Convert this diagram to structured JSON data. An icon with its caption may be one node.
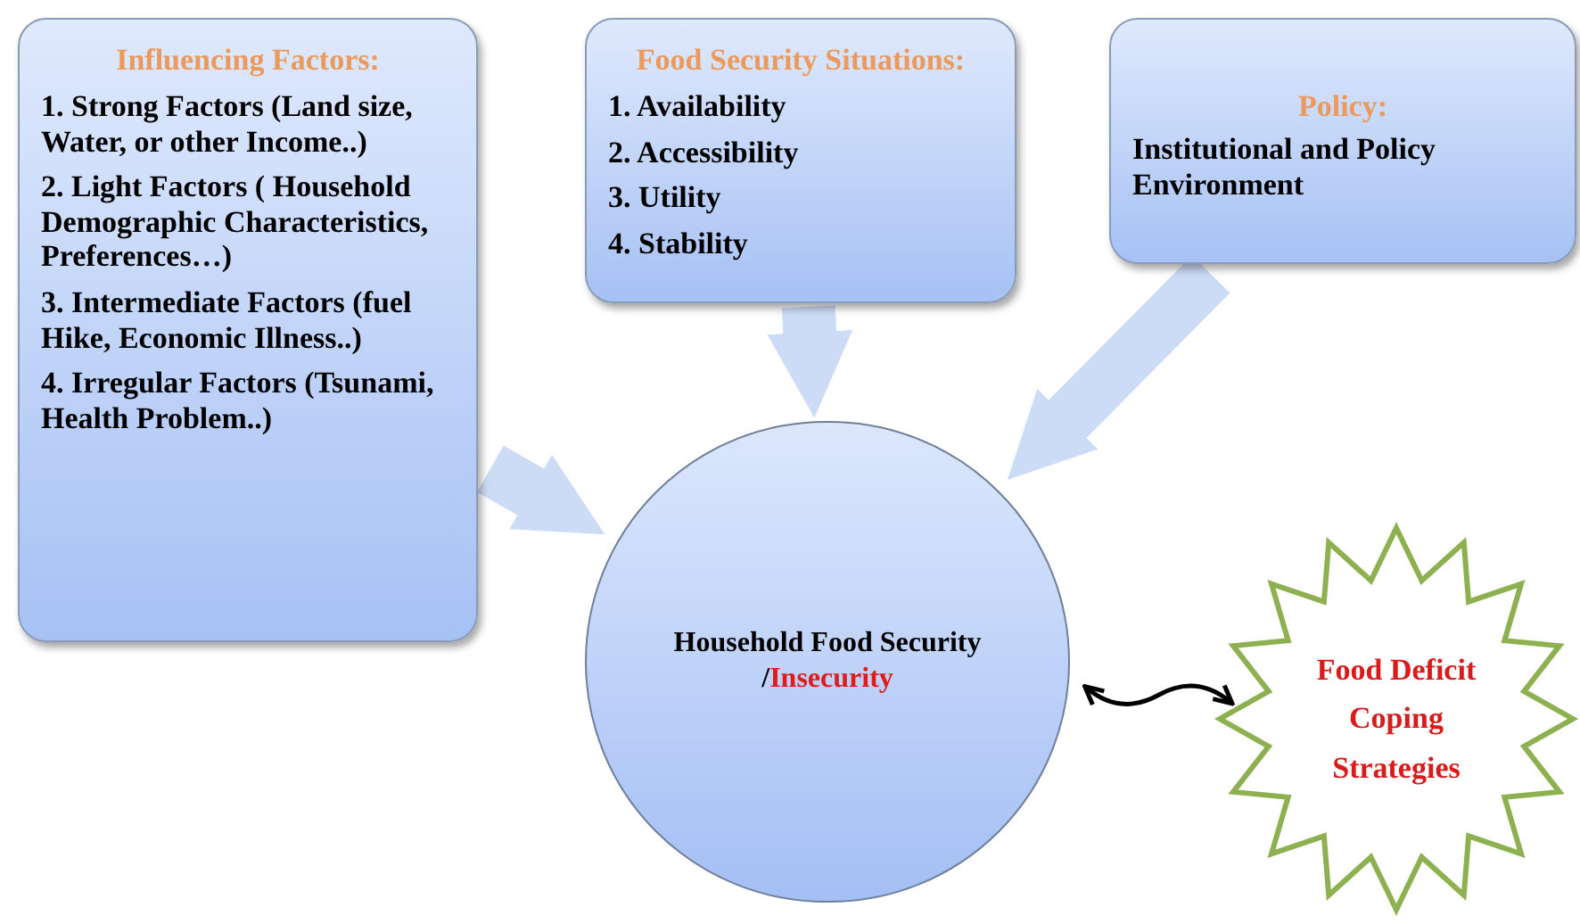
{
  "diagram": {
    "nodes": [
      {
        "text": [
          "Influencing Factors:",
          "1. Strong Factors (Land size, Water, or other Income..)",
          "2. Light Factors ( Household Demographic Characteristics, Preferences…)",
          "3. Intermediate Factors (fuel Hike, Economic Illness..)",
          "4. Irregular Factors (Tsunami, Health Problem..)"
        ]
      },
      {
        "text": [
          "Food Security Situations:",
          "1. Availability",
          "2. Accessibility",
          "3. Utility",
          "4. Stability"
        ]
      },
      {
        "text": [
          "Policy:",
          "Institutional and Policy Environment"
        ]
      },
      {
        "text": [
          "Household Food Security /",
          "Insecurity"
        ]
      },
      {
        "text": [
          "Food Deficit Coping Strategies"
        ]
      }
    ],
    "edges": [
      {
        "from": 0,
        "to": 3,
        "arrow": "to"
      },
      {
        "from": 1,
        "to": 3,
        "arrow": "to"
      },
      {
        "from": 2,
        "to": 3,
        "arrow": "to"
      },
      {
        "from": 3,
        "to": 4,
        "arrow": "both",
        "color": "#000000"
      }
    ]
  }
}
